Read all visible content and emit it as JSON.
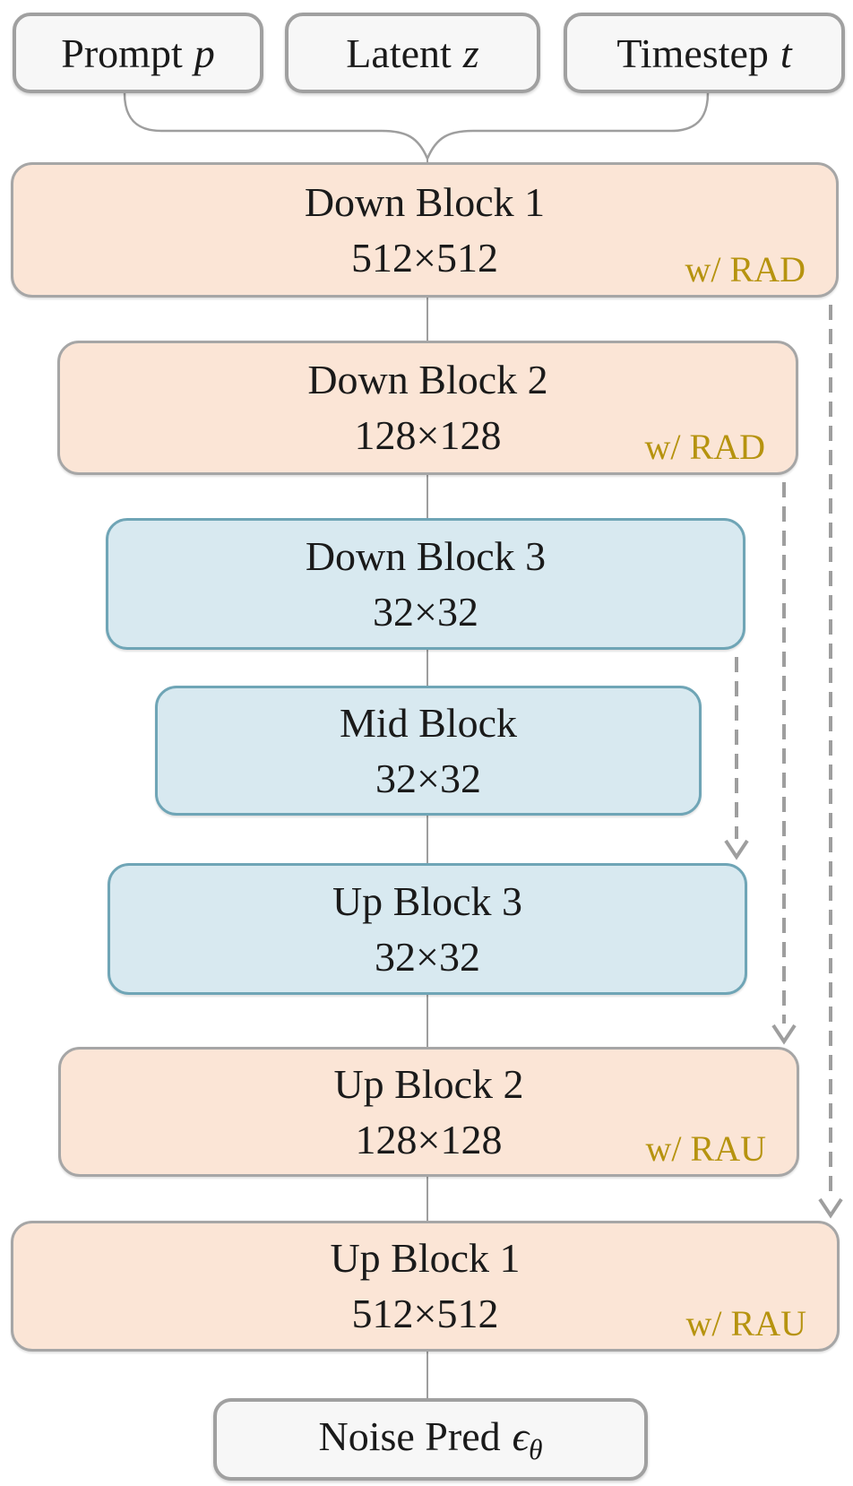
{
  "colors": {
    "peach": "#fbe5d6",
    "peach-border": "#a6a6a6",
    "blue": "#d8e9f0",
    "blue-border": "#6fa5b6",
    "io-fill": "#f7f7f7",
    "io-border": "#a0a0a0",
    "gold": "#b6930f",
    "line": "#9e9e9e",
    "text": "#1a1a1a"
  },
  "inputs": [
    {
      "label": "Prompt",
      "var": "p"
    },
    {
      "label": "Latent",
      "var": "z"
    },
    {
      "label": "Timestep",
      "var": "t"
    }
  ],
  "blocks": [
    {
      "title": "Down Block 1",
      "size": "512×512",
      "tag": "w/ RAD"
    },
    {
      "title": "Down Block 2",
      "size": "128×128",
      "tag": "w/ RAD"
    },
    {
      "title": "Down Block 3",
      "size": "32×32"
    },
    {
      "title": "Mid Block",
      "size": "32×32"
    },
    {
      "title": "Up Block 3",
      "size": "32×32"
    },
    {
      "title": "Up Block 2",
      "size": "128×128",
      "tag": "w/ RAU"
    },
    {
      "title": "Up Block 1",
      "size": "512×512",
      "tag": "w/ RAU"
    }
  ],
  "output": {
    "label": "Noise Pred",
    "var": "ϵ",
    "sub": "θ"
  }
}
